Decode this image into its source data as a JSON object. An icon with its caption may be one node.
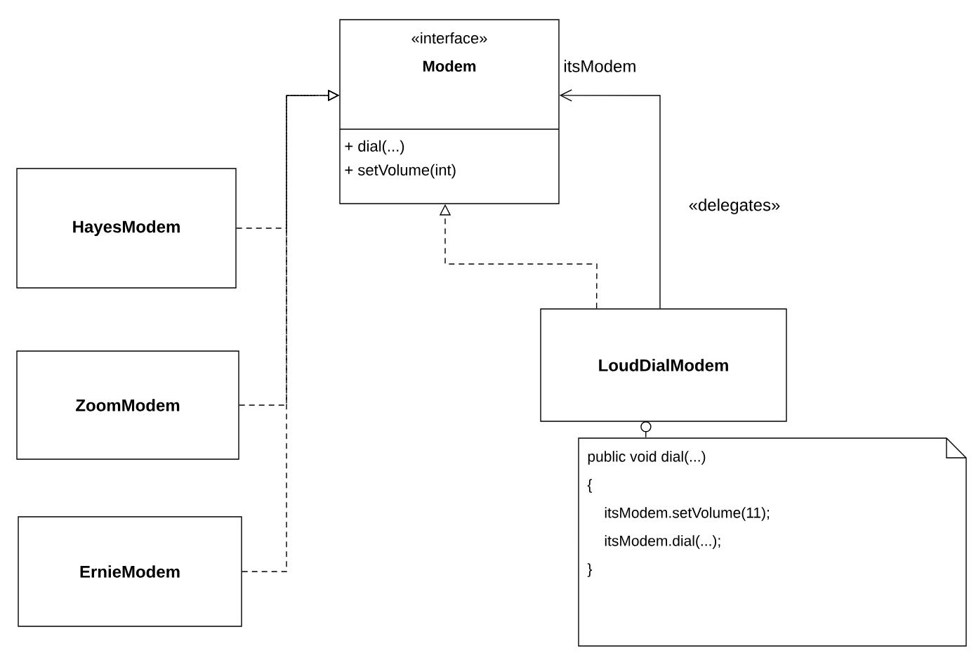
{
  "diagram": {
    "nodes": [
      {
        "text": [
          "«interface»",
          "Modem",
          "+ dial(...)",
          "+ setVolume(int)"
        ]
      },
      {
        "text": [
          "HayesModem"
        ]
      },
      {
        "text": [
          "ZoomModem"
        ]
      },
      {
        "text": [
          "ErnieModem"
        ]
      },
      {
        "text": [
          "LoudDialModem"
        ]
      },
      {
        "text": [
          "public void dial(...)",
          "{",
          "itsModem.setVolume(11);",
          "itsModem.dial(...);",
          "}"
        ]
      }
    ],
    "edges": [
      {
        "from": 1,
        "to": 0,
        "arrow": "to",
        "style": "dashed"
      },
      {
        "from": 2,
        "to": 0,
        "arrow": "to",
        "style": "dashed"
      },
      {
        "from": 3,
        "to": 0,
        "arrow": "to",
        "style": "dashed"
      },
      {
        "from": 4,
        "to": 0,
        "arrow": "to",
        "style": "dashed"
      },
      {
        "from": 4,
        "to": 0,
        "arrow": "to",
        "label": "«delegates»"
      },
      {
        "from": 4,
        "to": 5,
        "arrow": "other",
        "style": "dashed"
      }
    ],
    "labels": [
      "itsModem"
    ]
  }
}
